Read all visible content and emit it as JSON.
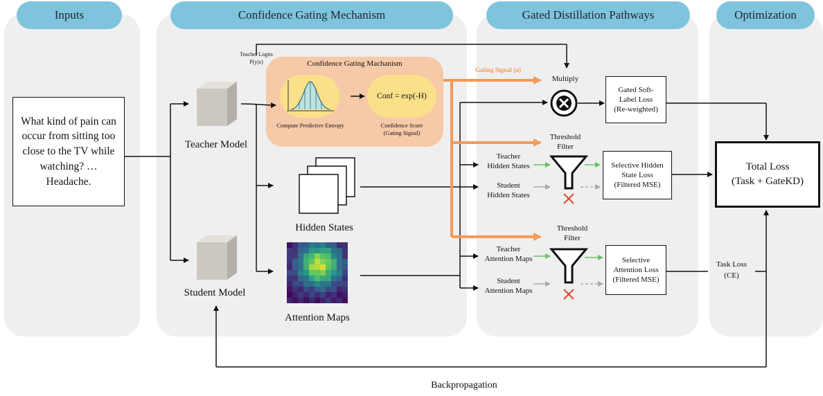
{
  "headers": {
    "inputs": "Inputs",
    "gating": "Confidence Gating Mechanism",
    "pathways": "Gated Distillation Pathways",
    "optimization": "Optimization"
  },
  "input_text": "What kind of pain can occur from sitting too close to the TV while watching? … Headache.",
  "teacher_model": "Teacher Model",
  "student_model": "Student Model",
  "teacher_logits": "Teacher Logits",
  "teacher_logits_sub": "P(y|x)",
  "gating_box": {
    "title": "Confidence Gating Machanism",
    "entropy_label": "Compute Predictive Entropy",
    "conf_formula": "Conf = exp(-H)",
    "conf_label_1": "Confidence Score",
    "conf_label_2": "(Gating Signal)"
  },
  "hidden_states": "Hidden States",
  "attention_maps": "Attention Maps",
  "gating_signal": "Gating Signal (α)",
  "multiply": "Multiply",
  "threshold_filter_1a": "Threshold",
  "threshold_filter_1b": "Filter",
  "threshold_filter_2a": "Threshold",
  "threshold_filter_2b": "Filter",
  "teacher_hidden_1": "Teacher",
  "teacher_hidden_2": "Hidden States",
  "student_hidden_1": "Student",
  "student_hidden_2": "Hidden States",
  "teacher_attn_1": "Teacher",
  "teacher_attn_2": "Attention Maps",
  "student_attn_1": "Student",
  "student_attn_2": "Attention Maps",
  "gated_soft_1": "Gated Soft-",
  "gated_soft_2": "Label Loss",
  "gated_soft_3": "(Re-weighted)",
  "sel_hidden_1": "Selective Hidden",
  "sel_hidden_2": "State Loss",
  "sel_hidden_3": "(Filtered MSE)",
  "sel_attn_1": "Selective",
  "sel_attn_2": "Attention Loss",
  "sel_attn_3": "(Filtered MSE)",
  "task_loss_1": "Task Loss",
  "task_loss_2": "(CE)",
  "total_loss_1": "Total Loss",
  "total_loss_2": "(Task + GateKD)",
  "backprop": "Backpropagation",
  "colors": {
    "pill": "#7fc4dd",
    "panel": "#efefef",
    "gating_box": "#f6c9a8",
    "gating": "#f39a5a",
    "teacher_arrow": "#6cbf6c",
    "student_arrow": "#a9a9a9",
    "reject": "#e8442e"
  }
}
